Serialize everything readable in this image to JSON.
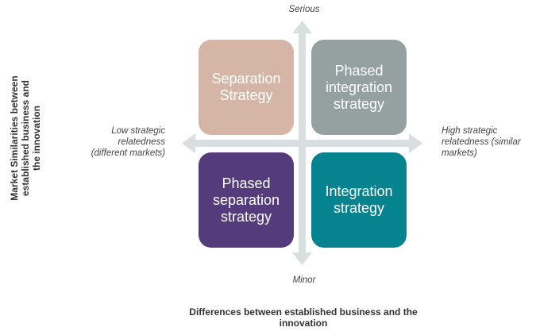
{
  "quadrants": {
    "top_left": {
      "label": "Separation Strategy",
      "color": "#d5b5a5"
    },
    "top_right": {
      "label": "Phased integration strategy",
      "color": "#95a1a1"
    },
    "bottom_left": {
      "label": "Phased separation strategy",
      "color": "#543b7c"
    },
    "bottom_right": {
      "label": "Integration strategy",
      "color": "#05838e"
    }
  },
  "axis_ends": {
    "top": "Serious",
    "bottom": "Minor",
    "left": "Low strategic relatedness (different markets)",
    "right": "High strategic relatedness (similar markets)"
  },
  "axis_titles": {
    "x": "Differences between established business and the innovation",
    "y": "Market Similarities between established business and the innovation"
  },
  "colors": {
    "arrow": "#d9dfe0"
  }
}
